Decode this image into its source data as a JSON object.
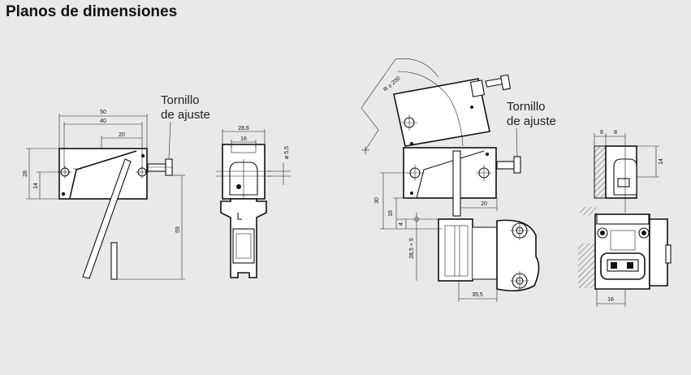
{
  "title": "Planos de dimensiones",
  "labels": {
    "adjust_screw_line1": "Tornillo",
    "adjust_screw_line2": "de ajuste"
  },
  "dimensions": {
    "d50": "50",
    "d40": "40",
    "d20a": "20",
    "d28": "28",
    "d14a": "14",
    "d59": "59",
    "d28_6": "28,6",
    "d16a": "16",
    "d5_5": "ø 5,5",
    "r200": "R ≥ 200",
    "d30": "30",
    "d16b": "16",
    "d4": "4",
    "d28_5": "28,5 + 5",
    "d20b": "20",
    "d35_5": "35,5",
    "d8a": "8",
    "d8b": "8",
    "d14b": "14",
    "d16c": "16"
  }
}
